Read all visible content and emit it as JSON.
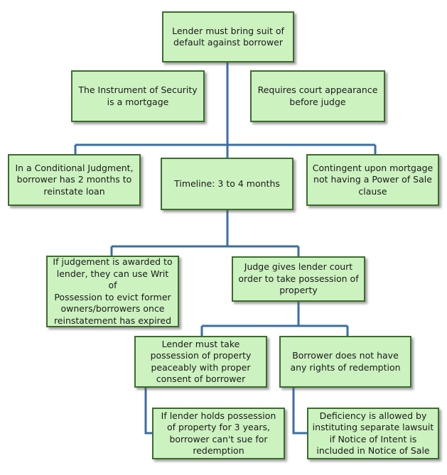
{
  "colors": {
    "box_fill": "#ccf2c0",
    "box_border": "#3d6b2e",
    "connector": "#3a6ea5"
  },
  "nodes": {
    "lender_suit": "Lender must bring suit of\ndefault against borrower",
    "instrument_mortgage": "The Instrument of Security\nis a mortgage",
    "court_appearance": "Requires court appearance\nbefore judge",
    "conditional_judgment": "In a Conditional Judgment,\nborrower has 2 months to\nreinstate loan",
    "timeline": "Timeline: 3 to 4 months",
    "power_of_sale": "Contingent upon mortgage\nnot having a Power of Sale\nclause",
    "writ_of_possession": "If judgement is awarded to\nlender, they can use Writ of\nPossession to evict former\nowners/borrowers once\nreinstatement has expired",
    "court_order": "Judge gives lender court\norder to take possession of\nproperty",
    "peaceable_possession": "Lender must take\npossession of property\npeaceably with proper\nconsent of borrower",
    "no_redemption": "Borrower does not have\nany rights of redemption",
    "three_years": "If lender holds possession\nof property for 3 years,\nborrower can't sue for\nredemption",
    "deficiency": "Deficiency is allowed by\ninstituting separate lawsuit\nif Notice of Intent is\nincluded in Notice of Sale"
  }
}
